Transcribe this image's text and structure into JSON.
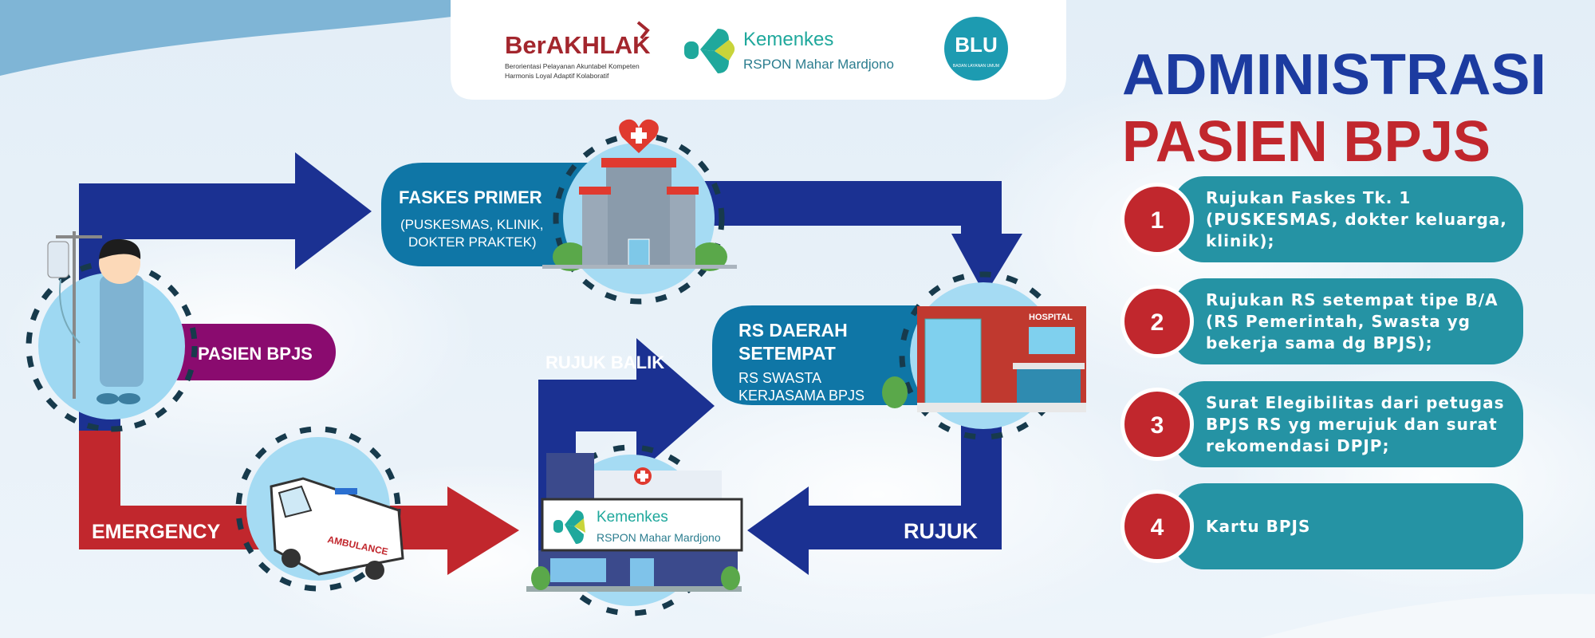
{
  "header": {
    "berakhlak": {
      "title": "BerAKHLAK",
      "line1": "Berorientasi Pelayanan Akuntabel Kompeten",
      "line2": "Harmonis Loyal Adaptif Kolaboratif"
    },
    "kemenkes": {
      "title": "Kemenkes",
      "subtitle": "RSPON Mahar Mardjono"
    },
    "blu": {
      "title": "BLU",
      "subtitle": "BADAN LAYANAN UMUM"
    }
  },
  "title": {
    "line1": "ADMINISTRASI",
    "line2": "PASIEN BPJS"
  },
  "flow": {
    "patient_label": "PASIEN BPJS",
    "faskes": {
      "title": "FASKES PRIMER",
      "line1": "(PUSKESMAS, KLINIK,",
      "line2": "DOKTER PRAKTEK)"
    },
    "rs_daerah": {
      "title1": "RS DAERAH",
      "title2": "SETEMPAT",
      "line1": "RS SWASTA",
      "line2": "KERJASAMA BPJS"
    },
    "hospital_sign": "HOSPITAL",
    "ambulance_text": "AMBULANCE",
    "rujuk_balik": "RUJUK BALIK",
    "rujuk": "RUJUK",
    "emergency": "EMERGENCY",
    "main_hospital": {
      "title": "Kemenkes",
      "subtitle": "RSPON Mahar Mardjono"
    }
  },
  "steps": [
    {
      "number": "1",
      "lines": [
        "Rujukan Faskes Tk. 1",
        "(PUSKESMAS, dokter keluarga,",
        "klinik);"
      ]
    },
    {
      "number": "2",
      "lines": [
        "Rujukan RS setempat tipe B/A",
        "(RS Pemerintah, Swasta yg",
        "bekerja sama dg BPJS);"
      ]
    },
    {
      "number": "3",
      "lines": [
        "Surat Elegibilitas dari petugas",
        "BPJS RS yg merujuk dan surat",
        "rekomendasi DPJP;"
      ]
    },
    {
      "number": "4",
      "lines": [
        "Kartu BPJS"
      ]
    }
  ],
  "colors": {
    "arrow_blue": "#1b3192",
    "emergency_red": "#c1272d",
    "box_blue": "#0f76a6",
    "step_teal": "#2593a4",
    "patient_purple": "#8a0b6f",
    "title_blue": "#1c3ba0",
    "title_red": "#c1272d"
  }
}
